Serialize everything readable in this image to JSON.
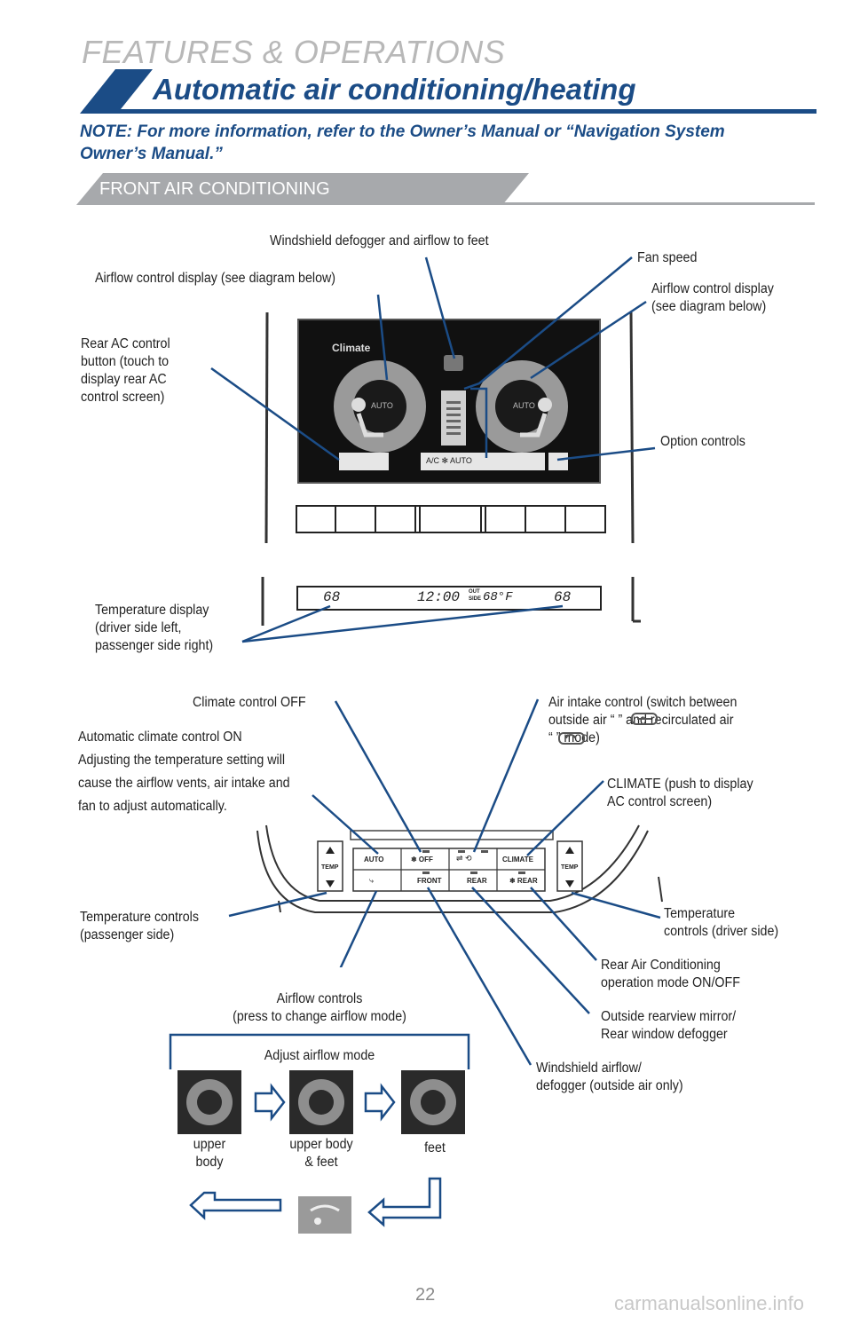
{
  "header": {
    "section": "FEATURES & OPERATIONS",
    "title": "Automatic air conditioning/heating",
    "note": "NOTE: For more information, refer to the Owner’s Manual or “Navigation System Owner’s Manual.”",
    "subheading": "FRONT AIR CONDITIONING"
  },
  "screen_labels": {
    "windshield_defogger_feet": "Windshield defogger and airflow to feet",
    "airflow_display_left": "Airflow control display (see diagram below)",
    "fan_speed": "Fan speed",
    "airflow_display_right": "Airflow control display\n  (see diagram below)",
    "rear_ac_button": "Rear AC control\nbutton (touch to\ndisplay rear AC\ncontrol screen)",
    "option_controls": "Option controls",
    "temperature_display": "Temperature display\n(driver side left,\npassenger side right)"
  },
  "screen": {
    "title": "Climate",
    "mode_left": "AUTO",
    "mode_right": "AUTO",
    "status_bar": "A/C  ✻ AUTO"
  },
  "lcd": {
    "temp_left": "68",
    "clock": "12:00",
    "outside_label_1": "OUT",
    "outside_label_2": "SIDE",
    "outside_temp": "68°F",
    "temp_right": "68"
  },
  "panel_labels": {
    "climate_off": "Climate control OFF",
    "auto_on": "Automatic climate control ON\nAdjusting the temperature setting will\ncause the airflow vents, air intake and\nfan to adjust automatically.",
    "air_intake": "Air intake control (switch between\noutside air “        ” and recirculated air\n“        ” mode)",
    "climate_button": "CLIMATE (push to display\nAC control screen)",
    "temp_controls_passenger": "Temperature controls\n(passenger side)",
    "temp_controls_driver": "Temperature\ncontrols (driver side)",
    "rear_ac_mode": "Rear Air Conditioning\noperation mode ON/OFF",
    "airflow_controls": "Airflow controls\n(press to change airflow mode)",
    "mirror_defogger": "Outside rearview mirror/\nRear window defogger",
    "windshield_airflow": "Windshield airflow/\ndefogger (outside air only)"
  },
  "panel_buttons": {
    "auto": "AUTO",
    "off": "❄ OFF",
    "climate": "CLIMATE",
    "front": "FRONT",
    "rear1": "REAR",
    "rear2": "❄ REAR",
    "temp": "TEMP"
  },
  "airflow_modes": {
    "title": "Adjust airflow mode",
    "modes": [
      "upper\nbody",
      "upper body\n& feet",
      "feet"
    ]
  },
  "page_number": "22",
  "footer": "carmanualsonline.info",
  "colors": {
    "accent": "#1b4c86",
    "gray_band": "#a7a9ac",
    "screen_bg": "#111111"
  }
}
